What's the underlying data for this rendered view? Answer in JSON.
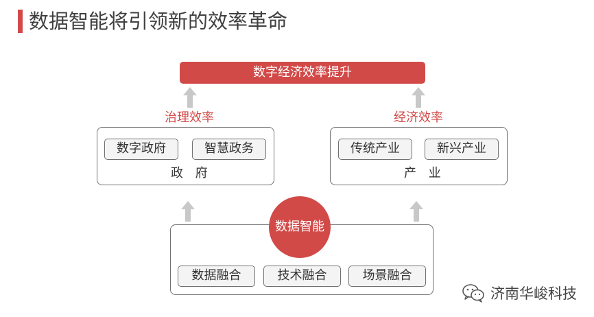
{
  "title": "数据智能将引领新的效率革命",
  "top_banner": "数字经济效率提升",
  "left_group": {
    "efficiency_label": "治理效率",
    "items": [
      "数字政府",
      "智慧政务"
    ],
    "label": "政 府"
  },
  "right_group": {
    "efficiency_label": "经济效率",
    "items": [
      "传统产业",
      "新兴产业"
    ],
    "label": "产 业"
  },
  "core": {
    "label": "数据智能",
    "items": [
      "数据融合",
      "技术融合",
      "场景融合"
    ]
  },
  "watermark": {
    "icon": "wechat-icon",
    "text": "济南华峻科技"
  },
  "colors": {
    "accent": "#d14a48",
    "arrow": "#c8c8c8",
    "border": "#707070"
  }
}
